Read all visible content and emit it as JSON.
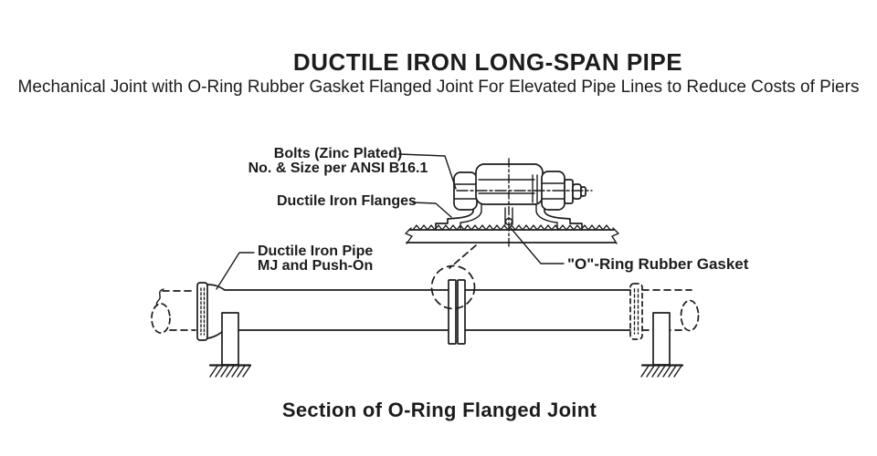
{
  "title": "DUCTILE IRON LONG-SPAN PIPE",
  "subtitle": "Mechanical Joint with O-Ring Rubber Gasket Flanged Joint For Elevated Pipe Lines to Reduce Costs of Piers",
  "caption": "Section of O-Ring Flanged Joint",
  "labels": {
    "bolts_line1": "Bolts (Zinc Plated)",
    "bolts_line2": "No. & Size per ANSI B16.1",
    "flanges": "Ductile Iron Flanges",
    "pipe_line1": "Ductile Iron Pipe",
    "pipe_line2": "MJ and Push-On",
    "gasket": "\"O\"-Ring Rubber Gasket"
  },
  "colors": {
    "ink": "#1c1c1c",
    "paper": "#ffffff"
  }
}
